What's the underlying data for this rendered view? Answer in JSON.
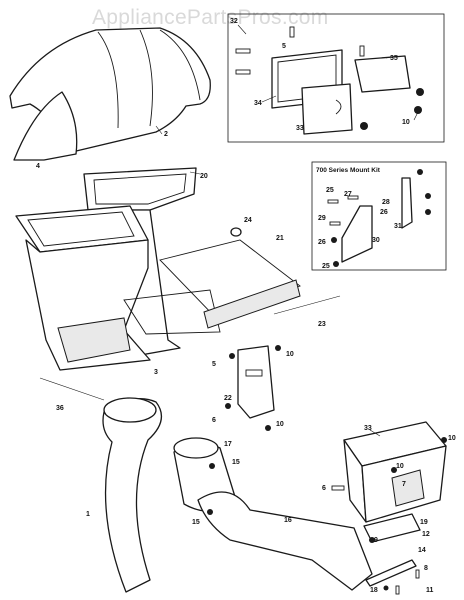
{
  "watermark": "AppliancePartsPros.com",
  "inset_kit": {
    "title": "700 Series Mount Kit"
  },
  "callouts": {
    "c1": "1",
    "c2": "2",
    "c3": "3",
    "c4": "4",
    "c5a": "5",
    "c5b": "5",
    "c6a": "6",
    "c6b": "6",
    "c7": "7",
    "c8": "8",
    "c9": "9",
    "c10a": "10",
    "c10b": "10",
    "c10c": "10",
    "c10d": "10",
    "c11": "11",
    "c12": "12",
    "c14": "14",
    "c15a": "15",
    "c15b": "15",
    "c16": "16",
    "c17": "17",
    "c18": "18",
    "c19": "19",
    "c20": "20",
    "c21": "21",
    "c22": "22",
    "c23": "23",
    "c24": "24",
    "c25a": "25",
    "c25b": "25",
    "c26a": "26",
    "c26b": "26",
    "c27": "27",
    "c28": "28",
    "c29": "29",
    "c30": "30",
    "c31": "31",
    "c32": "32",
    "c33a": "33",
    "c33b": "33",
    "c34": "34",
    "c35": "35",
    "c36": "36"
  }
}
